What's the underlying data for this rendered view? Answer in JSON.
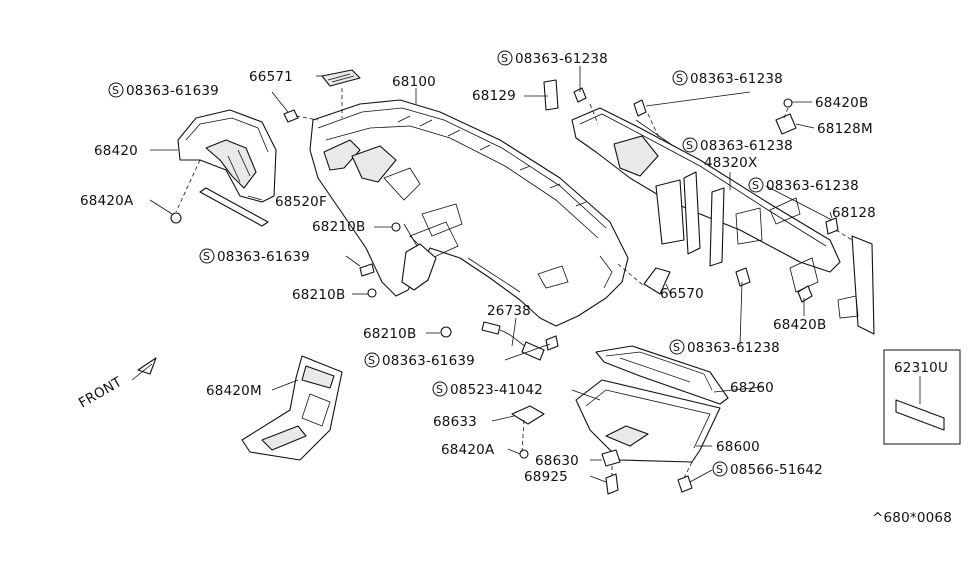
{
  "screw_prefix": "S",
  "callouts": {
    "c68129": "68129",
    "c08363_top": "08363-61238",
    "c66571": "66571",
    "c68100": "68100",
    "c08363_61639_a": "08363-61639",
    "c08363_right_a": "08363-61238",
    "c68420B_top": "68420B",
    "c68128M": "68128M",
    "c68420": "68420",
    "c08363_right_b": "08363-61238",
    "c48320X": "48320X",
    "c08363_right_c": "08363-61238",
    "c68520F": "68520F",
    "c68420A_left": "68420A",
    "c68210B_a": "68210B",
    "c68128": "68128",
    "c08363_61639_b": "08363-61639",
    "c66570": "66570",
    "c68210B_b": "68210B",
    "c26738": "26738",
    "c68420B_bottom": "68420B",
    "c68210B_c": "68210B",
    "c08363_right_d": "08363-61238",
    "c08363_61639_c": "08363-61639",
    "c68420M": "68420M",
    "c08523": "08523-41042",
    "c68260": "68260",
    "c68633": "68633",
    "c68420A_bottom": "68420A",
    "c68600": "68600",
    "c68630": "68630",
    "c08566": "08566-51642",
    "c68925": "68925",
    "c62310U": "62310U"
  },
  "front_label": "FRONT",
  "diagram_code": "^680*0068"
}
